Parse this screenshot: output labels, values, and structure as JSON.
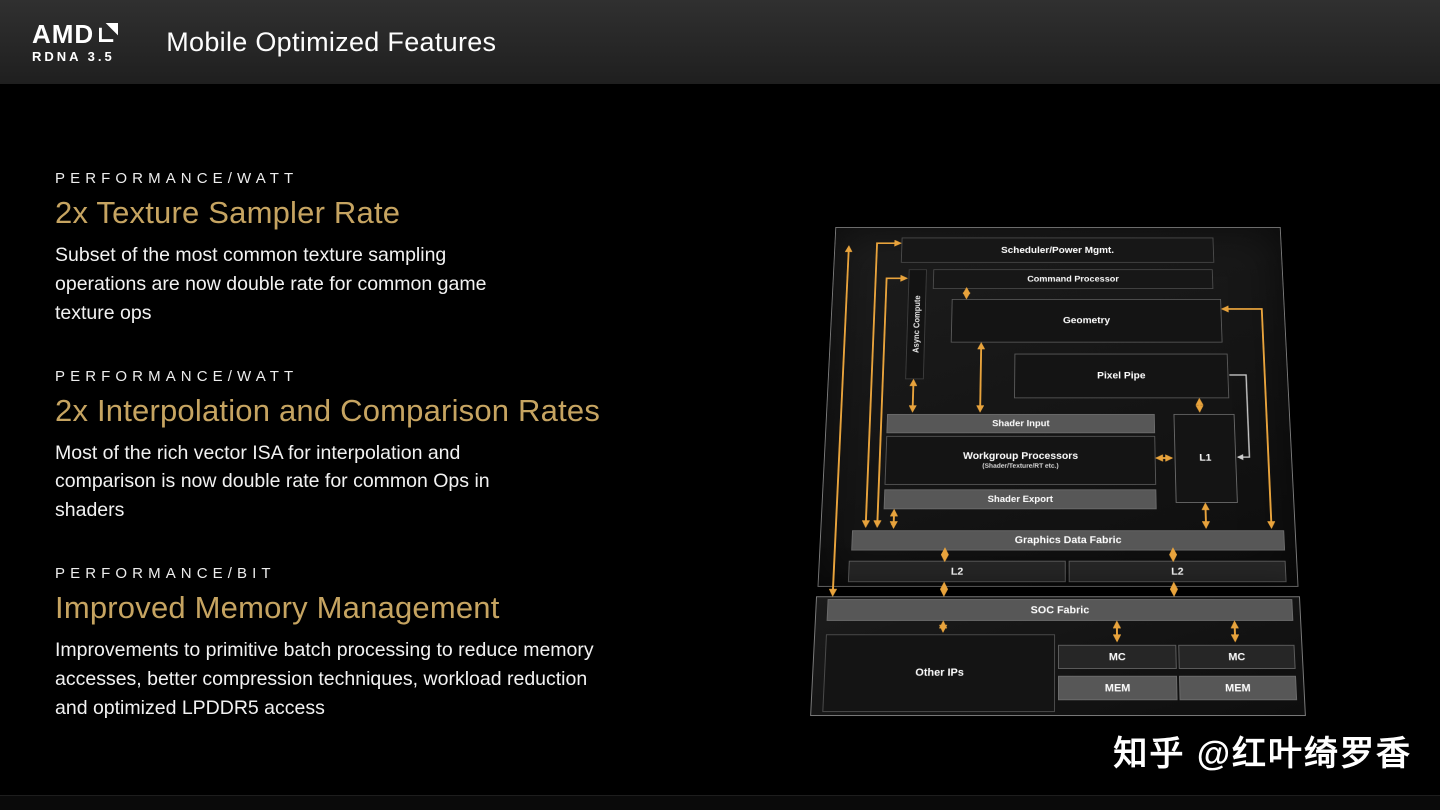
{
  "colors": {
    "accent_gold": "#C6A461",
    "arrow_orange": "#E8A33C",
    "header_bg": "#2B2B2B"
  },
  "header": {
    "brand": "AMD",
    "brand_sub": "RDNA 3.5",
    "title": "Mobile Optimized Features"
  },
  "sections": [
    {
      "eyebrow": "PERFORMANCE/WATT",
      "heading": "2x Texture Sampler Rate",
      "body": "Subset of the most common texture sampling\noperations are now double rate for common game\ntexture ops"
    },
    {
      "eyebrow": "PERFORMANCE/WATT",
      "heading": "2x Interpolation and Comparison Rates",
      "body": "Most of the rich vector ISA for interpolation and\ncomparison is now double rate for common Ops in\nshaders"
    },
    {
      "eyebrow": "PERFORMANCE/BIT",
      "heading": "Improved Memory Management",
      "body": "Improvements to primitive batch processing to reduce memory\naccesses, better compression techniques, workload reduction\nand optimized LPDDR5 access"
    }
  ],
  "diagram": {
    "async_compute": "Async Compute",
    "scheduler": "Scheduler/Power Mgmt.",
    "command_processor": "Command Processor",
    "geometry": "Geometry",
    "pixel_pipe": "Pixel Pipe",
    "shader_input": "Shader Input",
    "workgroup_processors": "Workgroup Processors",
    "workgroup_sub": "(Shader/Texture/RT etc.)",
    "l1": "L1",
    "shader_export": "Shader Export",
    "graphics_data_fabric": "Graphics Data Fabric",
    "l2_left": "L2",
    "l2_right": "L2",
    "soc_fabric": "SOC Fabric",
    "other_ips": "Other IPs",
    "mc_left": "MC",
    "mc_right": "MC",
    "mem_left": "MEM",
    "mem_right": "MEM"
  },
  "watermark": "知乎 @红叶绮罗香"
}
